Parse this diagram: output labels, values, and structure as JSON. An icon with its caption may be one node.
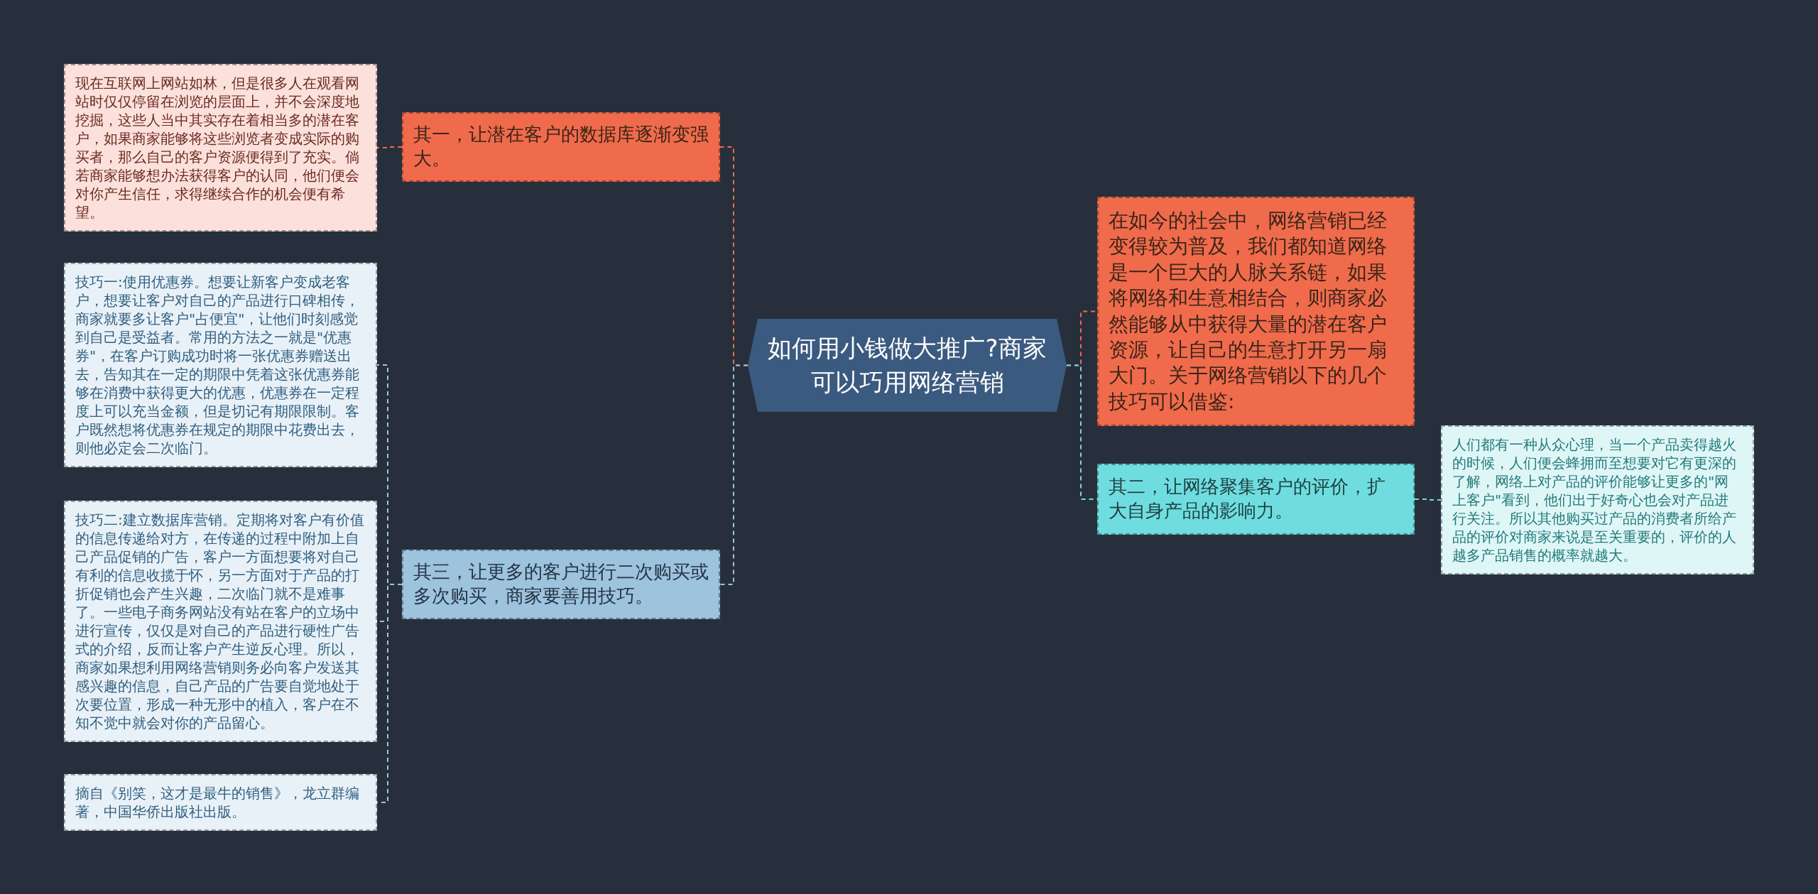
{
  "diagram": {
    "nodes": [
      {
        "text": [
          "如何用小钱做大推广?商家可以巧用网络营销"
        ]
      },
      {
        "text": [
          "其一，让潜在客户的数据库逐渐变强大。"
        ]
      },
      {
        "text": [
          "现在互联网上网站如林，但是很多人在观看网站时仅仅停留在浏览的层面上，并不会深度地挖掘，这些人当中其实存在着相当多的潜在客户，如果商家能够将这些浏览者变成实际的购买者，那么自己的客户资源便得到了充实。倘若商家能够想办法获得客户的认同，他们便会对你产生信任，求得继续合作的机会便有希望。"
        ]
      },
      {
        "text": [
          "其三，让更多的客户进行二次购买或多次购买，商家要善用技巧。"
        ]
      },
      {
        "text": [
          "技巧一:使用优惠券。想要让新客户变成老客户，想要让客户对自己的产品进行口碑相传，商家就要多让客户\"占便宜\"，让他们时刻感觉到自己是受益者。常用的方法之一就是\"优惠券\"，在客户订购成功时将一张优惠券赠送出去，告知其在一定的期限中凭着这张优惠券能够在消费中获得更大的优惠，优惠券在一定程度上可以充当金额，但是切记有期限限制。客户既然想将优惠券在规定的期限中花费出去，则他必定会二次临门。"
        ]
      },
      {
        "text": [
          "技巧二:建立数据库营销。定期将对客户有价值的信息传递给对方，在传递的过程中附加上自己产品促销的广告，客户一方面想要将对自己有利的信息收揽于怀，另一方面对于产品的打折促销也会产生兴趣，二次临门就不是难事了。一些电子商务网站没有站在客户的立场中进行宣传，仅仅是对自己的产品进行硬性广告式的介绍，反而让客户产生逆反心理。所以，商家如果想利用网络营销则务必向客户发送其感兴趣的信息，自己产品的广告要自觉地处于次要位置，形成一种无形中的植入，客户在不知不觉中就会对你的产品留心。"
        ]
      },
      {
        "text": [
          "摘自《别笑，这才是最牛的销售》，龙立群编著，中国华侨出版社出版。"
        ]
      },
      {
        "text": [
          "在如今的社会中，网络营销已经变得较为普及，我们都知道网络是一个巨大的人脉关系链，如果将网络和生意相结合，则商家必然能够从中获得大量的潜在客户资源，让自己的生意打开另一扇大门。关于网络营销以下的几个技巧可以借鉴:"
        ]
      },
      {
        "text": [
          "其二，让网络聚集客户的评价，扩大自身产品的影响力。"
        ]
      },
      {
        "text": [
          "人们都有一种从众心理，当一个产品卖得越火的时候，人们便会蜂拥而至想要对它有更深的了解，网络上对产品的评价能够让更多的\"网上客户\"看到，他们出于好奇心也会对产品进行关注。所以其他购买过产品的消费者所给产品的评价对商家来说是至关重要的，评价的人越多产品销售的概率就越大。"
        ]
      }
    ],
    "edges": [
      {
        "from": 0,
        "to": 1,
        "arrow": "none",
        "style": "dashed",
        "color": "#ef6b4c"
      },
      {
        "from": 1,
        "to": 2,
        "arrow": "none",
        "style": "dashed",
        "color": "#ef6b4c"
      },
      {
        "from": 0,
        "to": 3,
        "arrow": "none",
        "style": "dashed",
        "color": "#9dc3dd"
      },
      {
        "from": 3,
        "to": 4,
        "arrow": "none",
        "style": "dashed",
        "color": "#9dc3dd"
      },
      {
        "from": 3,
        "to": 5,
        "arrow": "none",
        "style": "dashed",
        "color": "#9dc3dd"
      },
      {
        "from": 3,
        "to": 6,
        "arrow": "none",
        "style": "dashed",
        "color": "#9dc3dd"
      },
      {
        "from": 0,
        "to": 7,
        "arrow": "none",
        "style": "dashed",
        "color": "#ef6b4c"
      },
      {
        "from": 0,
        "to": 8,
        "arrow": "none",
        "style": "dashed",
        "color": "#6fdde0"
      },
      {
        "from": 8,
        "to": 9,
        "arrow": "none",
        "style": "dashed",
        "color": "#6fdde0"
      }
    ]
  }
}
